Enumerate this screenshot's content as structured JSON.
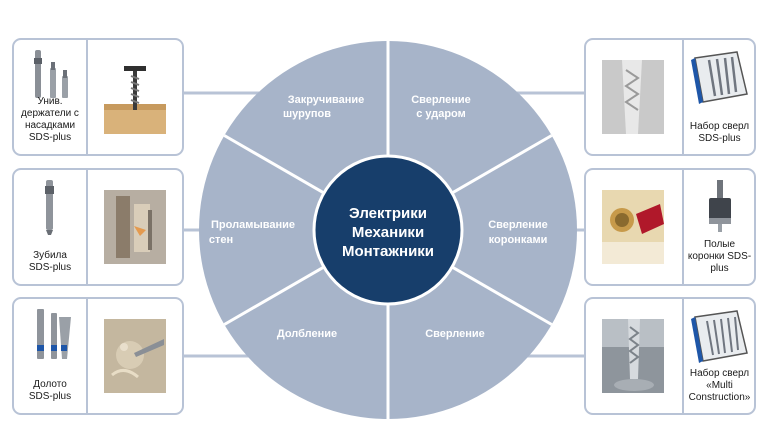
{
  "center": {
    "lines": [
      "Электрики",
      "Механики",
      "Монтажники"
    ]
  },
  "segments": [
    {
      "id": "screwing",
      "lines": [
        "Закручивание",
        "шурупов"
      ]
    },
    {
      "id": "hammer-drilling",
      "lines": [
        "Сверление",
        "с ударом"
      ]
    },
    {
      "id": "core-drilling",
      "lines": [
        "Сверление",
        "коронками"
      ]
    },
    {
      "id": "drilling",
      "lines": [
        "Сверление"
      ]
    },
    {
      "id": "chiselling",
      "lines": [
        "Долбление"
      ]
    },
    {
      "id": "wall-breaking",
      "lines": [
        "Проламывание",
        "стен"
      ]
    }
  ],
  "cards": {
    "left_top": {
      "label": "Унив.\nдержатели с\nнасадками\nSDS-plus"
    },
    "left_mid": {
      "label": "Зубила\nSDS-plus"
    },
    "left_bot": {
      "label": "Долото\nSDS-plus"
    },
    "right_top": {
      "label": "Набор сверл\nSDS-plus"
    },
    "right_mid": {
      "label": "Полые\nкоронки SDS-\nplus"
    },
    "right_bot": {
      "label": "Набор сверл\n«Multi\nConstruction»"
    }
  },
  "colors": {
    "ring": "#a7b4c9",
    "ring_line": "#ffffff",
    "center": "#173e6b",
    "connector": "#b8c3d6",
    "segment_text": "#ffffff"
  }
}
